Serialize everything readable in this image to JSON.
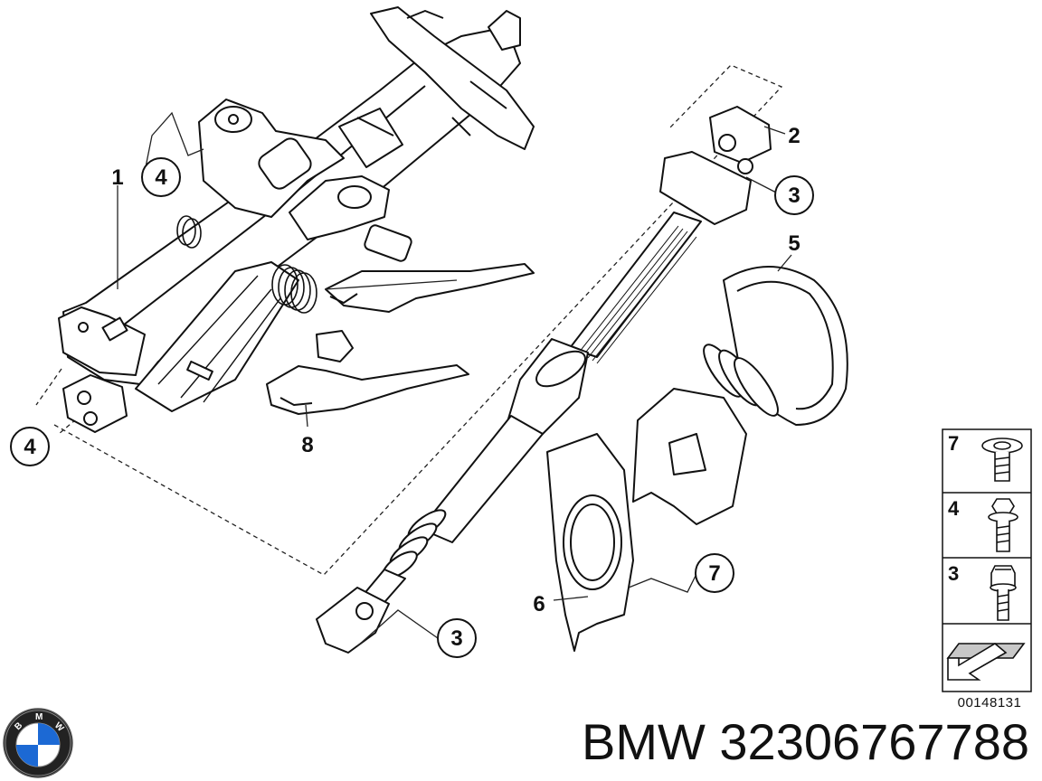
{
  "diagram": {
    "callouts": {
      "c1": "1",
      "c2": "2",
      "c3a": "3",
      "c3b": "3",
      "c4a": "4",
      "c4b": "4",
      "c5": "5",
      "c6": "6",
      "c7": "7",
      "c8": "8"
    },
    "legend": {
      "items": [
        {
          "num": "7",
          "icon": "flange-screw-icon"
        },
        {
          "num": "4",
          "icon": "hex-bolt-icon"
        },
        {
          "num": "3",
          "icon": "torx-bolt-icon"
        },
        {
          "num": "",
          "icon": "arrow-symbol-icon"
        }
      ],
      "ref_code": "00148131"
    }
  },
  "brand": {
    "logo": "BMW",
    "title": "BMW 32306767788"
  },
  "colors": {
    "line": "#111111",
    "shade": "#c8c8c8",
    "background": "#ffffff"
  }
}
